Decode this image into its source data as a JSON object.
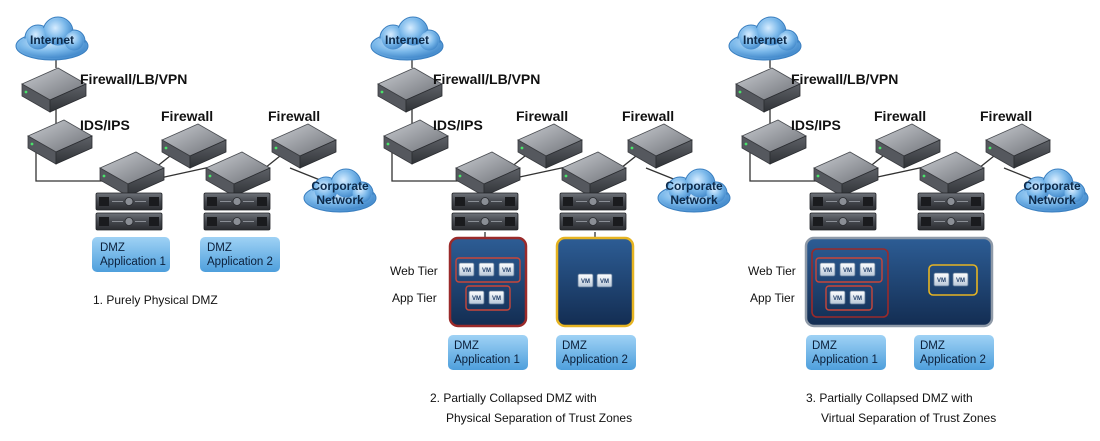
{
  "panels": [
    {
      "internet": "Internet",
      "fw_lb_vpn": "Firewall/LB/VPN",
      "ids_ips": "IDS/IPS",
      "firewall_a": "Firewall",
      "firewall_b": "Firewall",
      "corporate_l1": "Corporate",
      "corporate_l2": "Network",
      "app1_l1": "DMZ",
      "app1_l2": "Application 1",
      "app2_l1": "DMZ",
      "app2_l2": "Application 2",
      "caption_l1": "1. Purely Physical DMZ",
      "caption_l2": ""
    },
    {
      "internet": "Internet",
      "fw_lb_vpn": "Firewall/LB/VPN",
      "ids_ips": "IDS/IPS",
      "firewall_a": "Firewall",
      "firewall_b": "Firewall",
      "corporate_l1": "Corporate",
      "corporate_l2": "Network",
      "web_tier": "Web Tier",
      "app_tier": "App Tier",
      "vm": "VM",
      "app1_l1": "DMZ",
      "app1_l2": "Application 1",
      "app2_l1": "DMZ",
      "app2_l2": "Application 2",
      "caption_l1": "2. Partially Collapsed DMZ with",
      "caption_l2": "Physical Separation of Trust Zones"
    },
    {
      "internet": "Internet",
      "fw_lb_vpn": "Firewall/LB/VPN",
      "ids_ips": "IDS/IPS",
      "firewall_a": "Firewall",
      "firewall_b": "Firewall",
      "corporate_l1": "Corporate",
      "corporate_l2": "Network",
      "web_tier": "Web Tier",
      "app_tier": "App Tier",
      "vm": "VM",
      "app1_l1": "DMZ",
      "app1_l2": "Application 1",
      "app2_l1": "DMZ",
      "app2_l2": "Application 2",
      "caption_l1": "3. Partially Collapsed DMZ with",
      "caption_l2": "Virtual Separation of Trust Zones"
    }
  ],
  "colors": {
    "cloud": "#5aa0dd",
    "app_box": "#6ab4e8",
    "host_blue": "#1c3f6e",
    "web_zone": "#9a2a2a",
    "app2_zone": "#e6b422",
    "device": "#7a7d82"
  }
}
